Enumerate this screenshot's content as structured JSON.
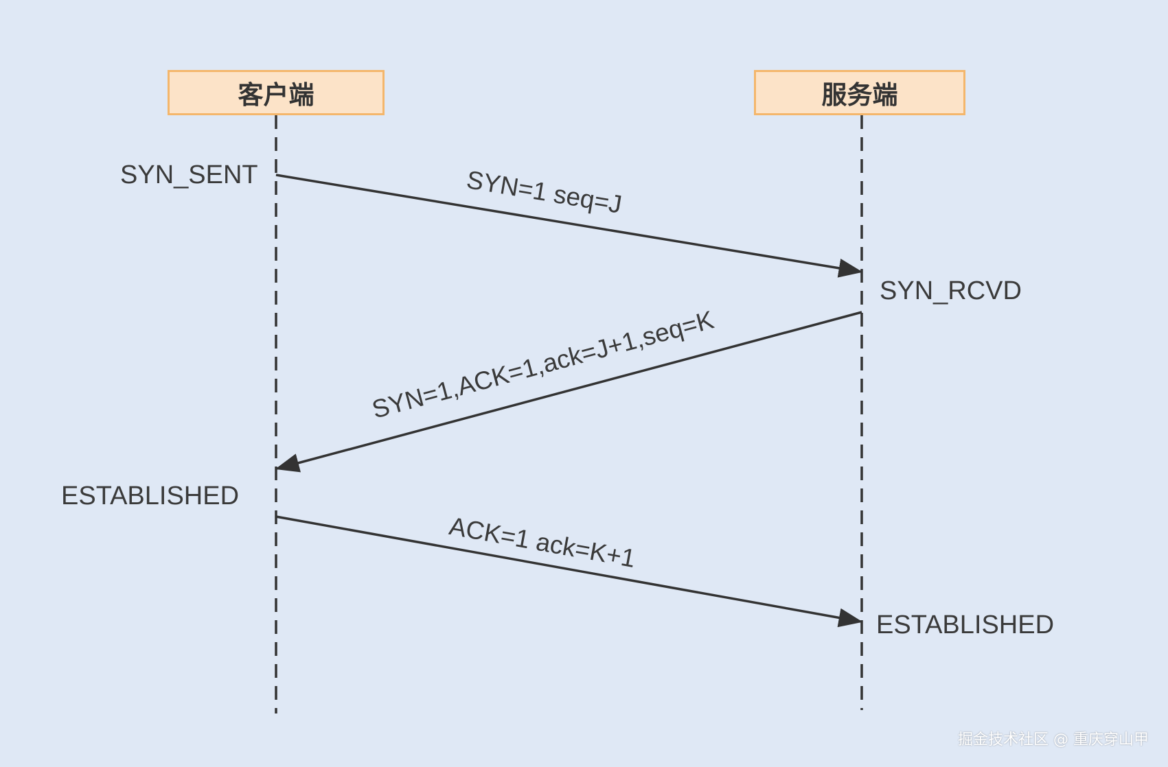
{
  "participants": {
    "client": {
      "label": "客户端"
    },
    "server": {
      "label": "服务端"
    }
  },
  "states": {
    "client_syn_sent": "SYN_SENT",
    "server_syn_rcvd": "SYN_RCVD",
    "client_established": "ESTABLISHED",
    "server_established": "ESTABLISHED"
  },
  "messages": {
    "syn": "SYN=1 seq=J",
    "syn_ack": "SYN=1,ACK=1,ack=J+1,seq=K",
    "ack": "ACK=1 ack=K+1"
  },
  "watermark": "掘金技术社区 @ 重庆穿山甲",
  "colors": {
    "background": "#dfe8f5",
    "box_fill": "#fce3c8",
    "box_border": "#f4b66b",
    "line": "#333333"
  }
}
